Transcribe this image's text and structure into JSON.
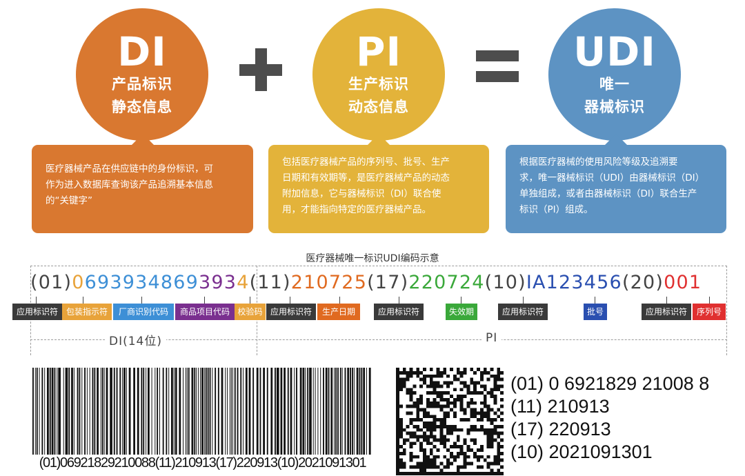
{
  "circles": {
    "di": {
      "big": "DI",
      "line1": "产品标识",
      "line2": "静态信息",
      "color": "#d97830"
    },
    "pi": {
      "big": "PI",
      "line1": "生产标识",
      "line2": "动态信息",
      "color": "#e3b33a"
    },
    "udi": {
      "big": "UDI",
      "line1": "唯一",
      "line2": "器械标识",
      "color": "#5d93c3"
    }
  },
  "boxes": {
    "di": [
      "医疗器械产品在供应链中的身份标识，可",
      "作为进入数据库查询该产品追溯基本信息",
      "的“关键字”"
    ],
    "pi": [
      "包括医疗器械产品的序列号、批号、生产",
      "日期和有效期等，是医疗器械产品的动态",
      "附加信息，它与器械标识（DI）联合使",
      "用，才能指向特定的医疗器械产品。"
    ],
    "udi": [
      "根据医疗器械的使用风险等级及追溯要",
      "求，唯一器械标识（UDI）由器械标识（DI）",
      "单独组成，或者由器械标识（DI）联合生产",
      "标识（PI）组成。"
    ]
  },
  "diagram_title": "医疗器械唯一标识UDI编码示意",
  "code_segments": [
    {
      "text": "(01)",
      "color": "#444444"
    },
    {
      "text": "0",
      "color": "#e8a33a"
    },
    {
      "text": "693934869",
      "color": "#3d8fd6"
    },
    {
      "text": "393",
      "color": "#7a2f8f"
    },
    {
      "text": "4",
      "color": "#e8a33a"
    },
    {
      "text": "(11)",
      "color": "#444444"
    },
    {
      "text": "210725",
      "color": "#e06a20"
    },
    {
      "text": "(17)",
      "color": "#444444"
    },
    {
      "text": "220724",
      "color": "#3aa83a"
    },
    {
      "text": "(10)",
      "color": "#444444"
    },
    {
      "text": "IA123456",
      "color": "#2a4fb0"
    },
    {
      "text": "(20)",
      "color": "#444444"
    },
    {
      "text": "001",
      "color": "#e03030"
    }
  ],
  "tags": [
    {
      "label": "应用标识符",
      "color": "#3a3a3a"
    },
    {
      "label": "包装指示符",
      "color": "#e8a33a"
    },
    {
      "label": "厂商识别代码",
      "color": "#3d8fd6"
    },
    {
      "label": "商品项目代码",
      "color": "#7a2f8f"
    },
    {
      "label": "校验码",
      "color": "#e8a33a"
    },
    {
      "label": "应用标识符",
      "color": "#3a3a3a"
    },
    {
      "label": "生产日期",
      "color": "#e06a20"
    },
    {
      "label": "应用标识符",
      "color": "#3a3a3a"
    },
    {
      "label": "失效期",
      "color": "#3aa83a"
    },
    {
      "label": "应用标识符",
      "color": "#3a3a3a"
    },
    {
      "label": "批号",
      "color": "#2a4fb0"
    },
    {
      "label": "应用标识符",
      "color": "#3a3a3a"
    },
    {
      "label": "序列号",
      "color": "#e03030"
    }
  ],
  "brackets": {
    "di": "DI(14位)",
    "pi": "PI"
  },
  "barcode_text": "(01)06921829210088(11)210913(17)220913(10)2021091301",
  "udi_lines": [
    "(01) 0 6921829 21008 8",
    "(11) 210913",
    "(17) 220913",
    "(10) 2021091301"
  ]
}
